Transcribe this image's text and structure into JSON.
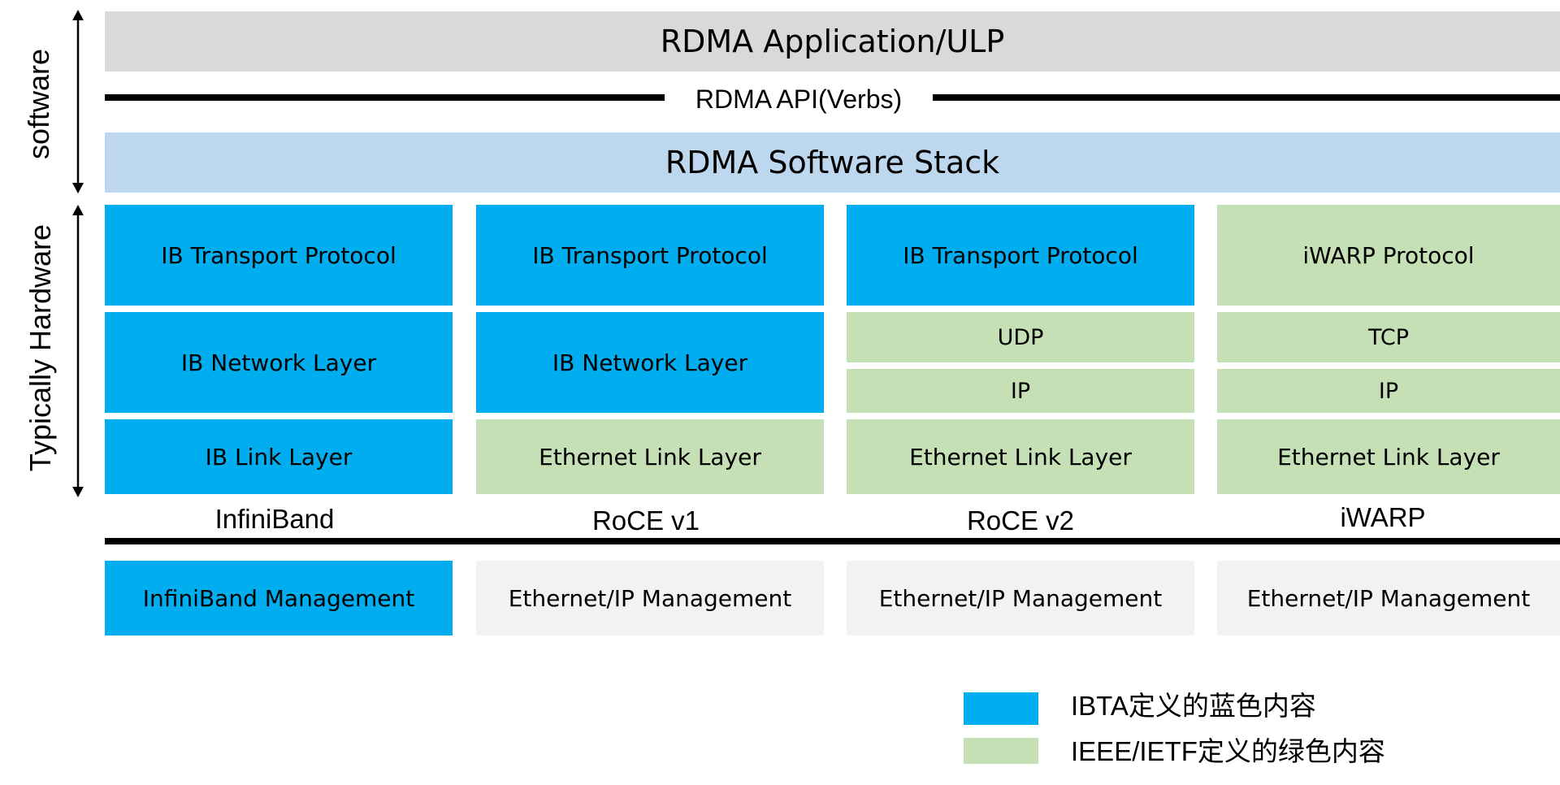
{
  "top_layers": {
    "application": "RDMA Application/ULP",
    "api": "RDMA API(Verbs)",
    "software_stack": "RDMA Software Stack"
  },
  "side_labels": {
    "software": "software",
    "hardware": "Typically Hardware"
  },
  "columns": [
    {
      "name": "InfiniBand",
      "transport": "IB Transport Protocol",
      "network": "IB Network Layer",
      "link": "IB Link Layer",
      "management": "InfiniBand Management"
    },
    {
      "name": "RoCE v1",
      "transport": "IB Transport Protocol",
      "network": "IB Network Layer",
      "link": "Ethernet Link Layer",
      "management": "Ethernet/IP Management"
    },
    {
      "name": "RoCE v2",
      "transport": "IB Transport Protocol",
      "network_upper": "UDP",
      "network_lower": "IP",
      "link": "Ethernet Link Layer",
      "management": "Ethernet/IP Management"
    },
    {
      "name": "iWARP",
      "transport": "iWARP Protocol",
      "network_upper": "TCP",
      "network_lower": "IP",
      "link": "Ethernet Link Layer",
      "management": "Ethernet/IP Management"
    }
  ],
  "legend": {
    "blue_label": "IBTA定义的蓝色内容",
    "green_label": "IEEE/IETF定义的绿色内容"
  },
  "colors": {
    "ibta_blue": "#00adef",
    "ieee_green": "#c5e0b4",
    "top_gray": "#d9d9d9",
    "stack_blue": "#bdd7ee",
    "mgmt_gray": "#f2f2f2"
  }
}
